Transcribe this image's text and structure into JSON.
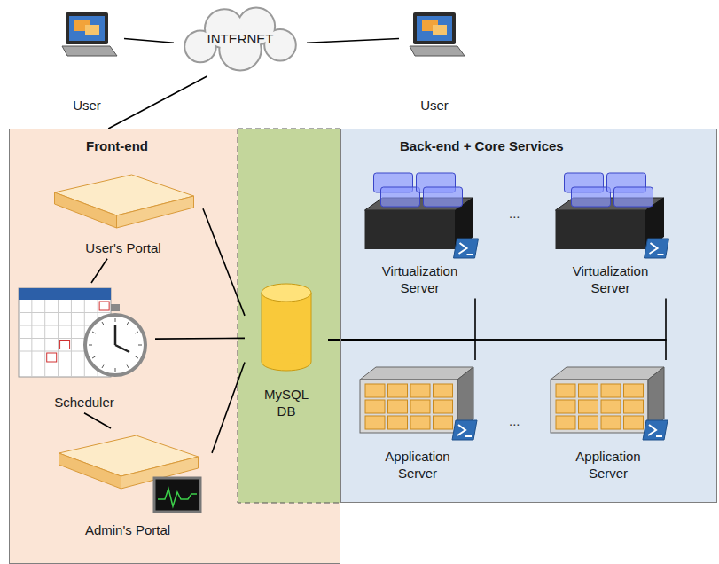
{
  "diagram": {
    "nodes": [
      {
        "text": [
          "User"
        ]
      },
      {
        "text": [
          "INTERNET"
        ]
      },
      {
        "text": [
          "User"
        ]
      },
      {
        "text": [
          "Front-end"
        ]
      },
      {
        "text": [
          "User's Portal"
        ],
        "in": 3
      },
      {
        "text": [
          "Scheduler"
        ],
        "in": 3
      },
      {
        "text": [
          "Admin's Portal"
        ],
        "in": 3
      },
      {
        "text": [
          "MySQL DB"
        ]
      },
      {
        "text": [
          "Back-end + Core Services"
        ]
      },
      {
        "text": [
          "Virtualization Server"
        ],
        "in": 8
      },
      {
        "text": [
          "Virtualization Server"
        ],
        "in": 8
      },
      {
        "text": [
          "Application Server"
        ],
        "in": 8
      },
      {
        "text": [
          "Application Server"
        ],
        "in": 8
      }
    ],
    "edges": [
      {
        "from": 0,
        "to": 1,
        "arrow": "none"
      },
      {
        "from": 1,
        "to": 2,
        "arrow": "none"
      },
      {
        "from": 1,
        "to": 3,
        "arrow": "none"
      },
      {
        "from": 4,
        "to": 7,
        "arrow": "none"
      },
      {
        "from": 4,
        "to": 5,
        "arrow": "none"
      },
      {
        "from": 5,
        "to": 7,
        "arrow": "none"
      },
      {
        "from": 5,
        "to": 6,
        "arrow": "none"
      },
      {
        "from": 6,
        "to": 7,
        "arrow": "none"
      },
      {
        "from": 7,
        "to": 9,
        "arrow": "none"
      },
      {
        "from": 7,
        "to": 10,
        "arrow": "none"
      },
      {
        "from": 7,
        "to": 11,
        "arrow": "none"
      },
      {
        "from": 7,
        "to": 12,
        "arrow": "none"
      }
    ],
    "labels": [
      "...",
      "..."
    ]
  }
}
